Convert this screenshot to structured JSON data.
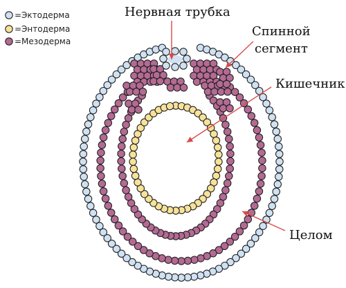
{
  "colors": {
    "ectoderm_fill": "#cfe1f2",
    "endoderm_fill": "#f7e29a",
    "mesoderm_fill": "#b46a93",
    "outline": "#222222",
    "arrow": "#d94a4a"
  },
  "legend": [
    {
      "label": "=Эктодерма",
      "color_key": "ectoderm_fill"
    },
    {
      "label": "=Энтодерма",
      "color_key": "endoderm_fill"
    },
    {
      "label": "=Мезодерма",
      "color_key": "mesoderm_fill"
    }
  ],
  "labels": {
    "neural_tube": "Нервная трубка",
    "segment_line1": "Спинной",
    "segment_line2": "сегмент",
    "gut": "Кишечник",
    "coelom": "Целом"
  }
}
